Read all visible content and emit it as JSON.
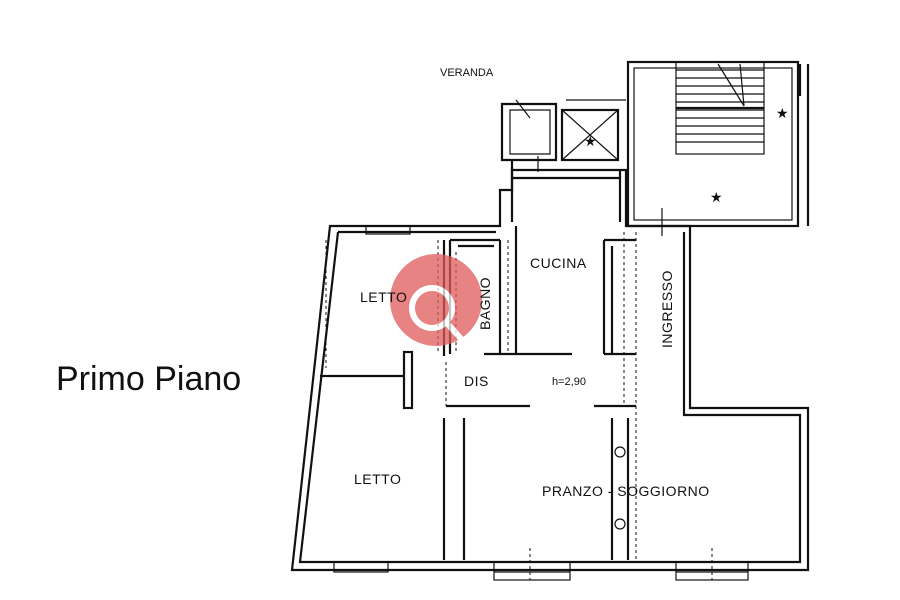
{
  "floor_title": "Primo Piano",
  "rooms": {
    "veranda": "VERANDA",
    "cucina": "CUCINA",
    "bagno": "BAGNO",
    "letto_top": "LETTO",
    "letto_bottom": "LETTO",
    "ingresso": "INGRESSO",
    "dis": "DIS",
    "height": "h=2,90",
    "pranzo": "PRANZO - SOGGIORNO"
  },
  "symbols": {
    "star": "★"
  },
  "watermark": {
    "brand_color": "#e05a5a"
  }
}
